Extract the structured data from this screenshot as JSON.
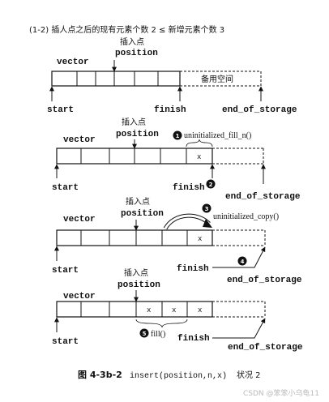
{
  "header": {
    "text": "(1-2) 插人点之后的现有元素个数 2 ≤ 新增元素个数 3"
  },
  "labels": {
    "vector": "vector",
    "insert_point": "插入点",
    "position": "position",
    "start": "start",
    "finish": "finish",
    "end_of_storage": "end_of_storage",
    "spare_space": "备用空间",
    "x": "x"
  },
  "steps": [
    {
      "num": "1",
      "text": "uninitialized_fill_n()"
    },
    {
      "num": "2",
      "text": ""
    },
    {
      "num": "3",
      "text": "uninitialized_copy()"
    },
    {
      "num": "4",
      "text": ""
    },
    {
      "num": "5",
      "text": "fill()"
    }
  ],
  "caption": {
    "figure": "图 4-3b-2",
    "code": "insert(position,n,x)",
    "status": "状况 2"
  },
  "watermark": "CSDN @笨笨小乌龟11"
}
